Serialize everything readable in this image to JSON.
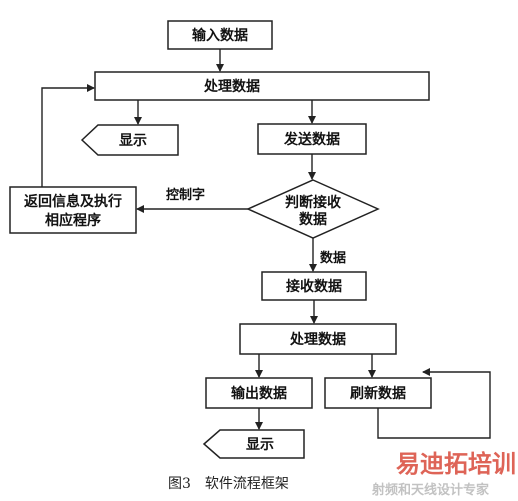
{
  "diagram": {
    "nodes": {
      "input": "输入数据",
      "process1": "处理数据",
      "display1": "显示",
      "send": "发送数据",
      "judge_line1": "判断接收",
      "judge_line2": "数据",
      "ret_line1": "返回信息及执行",
      "ret_line2": "相应程序",
      "receive": "接收数据",
      "process2": "处理数据",
      "output": "输出数据",
      "refresh": "刷新数据",
      "display2": "显示"
    },
    "edge_labels": {
      "control": "控制字",
      "data": "数据"
    },
    "caption": "图3　软件流程框架"
  },
  "watermark": {
    "line1": "易迪拓培训",
    "line2": "射频和天线设计专家"
  },
  "colors": {
    "stroke": "#222222",
    "watermark_red": "#d94a3a"
  }
}
